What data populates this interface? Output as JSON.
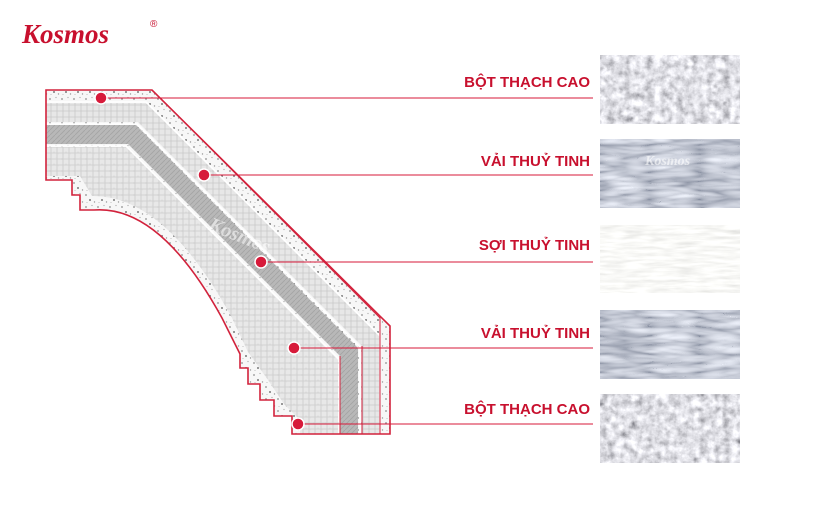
{
  "brand": {
    "name": "Kosmos",
    "registered": "®",
    "watermark": "Kosmos",
    "color": "#c8102e"
  },
  "colors": {
    "accent": "#d71a3a",
    "label": "#c8102e",
    "outline": "#d2223c",
    "gray_band": "#b9b9b9",
    "light_band": "#ececec"
  },
  "layers": [
    {
      "label": "BỘT THẠCH CAO",
      "texture": "gypsum-powder"
    },
    {
      "label": "VẢI THUỶ TINH",
      "texture": "fiberglass-cloth"
    },
    {
      "label": "SỢI THUỶ TINH",
      "texture": "fiberglass-fiber"
    },
    {
      "label": "VẢI THUỶ TINH",
      "texture": "fiberglass-cloth"
    },
    {
      "label": "BỘT THẠCH CAO",
      "texture": "gypsum-powder"
    }
  ]
}
